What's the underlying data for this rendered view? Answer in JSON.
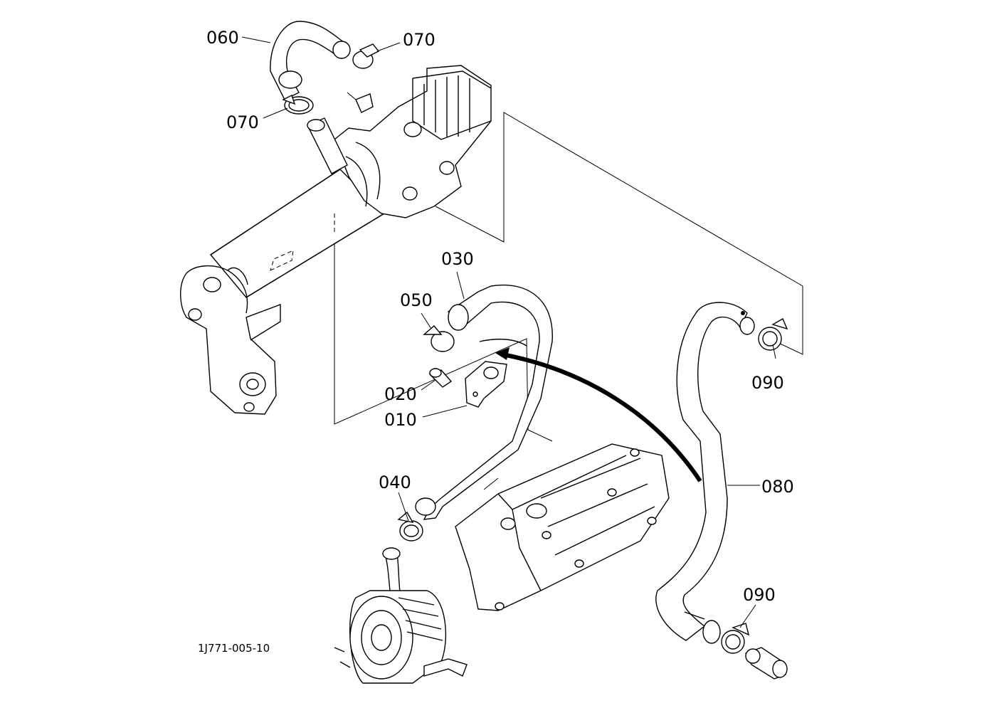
{
  "diagram": {
    "drawing_code": "1J771-005-10",
    "callouts": [
      {
        "id": "c060a",
        "label": "060"
      },
      {
        "id": "c070a",
        "label": "070"
      },
      {
        "id": "c070b",
        "label": "070"
      },
      {
        "id": "c030",
        "label": "030"
      },
      {
        "id": "c050",
        "label": "050"
      },
      {
        "id": "c020",
        "label": "020"
      },
      {
        "id": "c010",
        "label": "010"
      },
      {
        "id": "c040",
        "label": "040"
      },
      {
        "id": "c090a",
        "label": "090"
      },
      {
        "id": "c080",
        "label": "080"
      },
      {
        "id": "c090b",
        "label": "090"
      }
    ]
  }
}
